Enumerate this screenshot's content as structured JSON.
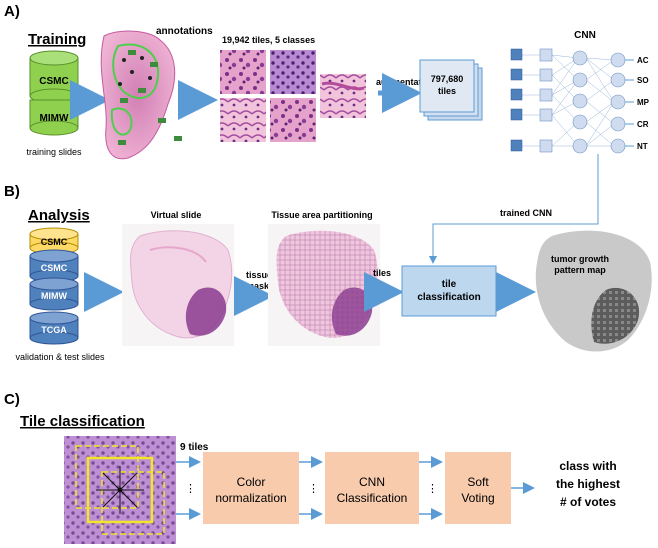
{
  "sectionA": {
    "letter": "A)",
    "title": "Training",
    "cyl_top": "CSMC",
    "cyl_bottom": "MIMW",
    "slides_caption": "training slides",
    "annotations_label": "annotations",
    "tiles_label": "19,942 tiles, 5 classes",
    "augmentation_label": "augmentation",
    "aug_count": "797,680",
    "aug_unit": "tiles",
    "cnn_label": "CNN",
    "classes": [
      "AC",
      "SO",
      "MP",
      "CR",
      "NT"
    ]
  },
  "sectionB": {
    "letter": "B)",
    "title": "Analysis",
    "trained_cnn": "trained CNN",
    "cylinders": [
      "CSMC",
      "CSMC",
      "MIMW",
      "TCGA"
    ],
    "slides_caption": "validation & test slides",
    "virtual_slide": "Virtual slide",
    "tissue_mask_1": "tissue",
    "tissue_mask_2": "mask",
    "partition_label": "Tissue  area partitioning",
    "tiles_label": "tiles",
    "tile_class_1": "tile",
    "tile_class_2": "classification",
    "map_label_1": "tumor growth",
    "map_label_2": "pattern map"
  },
  "sectionC": {
    "letter": "C)",
    "title": "Tile classification",
    "nine_tiles": "9 tiles",
    "box1": [
      "Color",
      "normalization"
    ],
    "box2": [
      "CNN",
      "Classification"
    ],
    "box3": [
      "Soft",
      "Voting"
    ],
    "result": [
      "class with",
      "the highest",
      "# of votes"
    ]
  },
  "colors": {
    "arrow": "#5b9bd5",
    "cyl_green": "#8fd14f",
    "cyl_blue": "#4f81bd",
    "cyl_yellow": "#ffd966",
    "process_box": "#f8cbad",
    "tile_box": "#bdd7ee",
    "he_pink": "#e8a0c8",
    "he_purple": "#8a3b8f"
  }
}
